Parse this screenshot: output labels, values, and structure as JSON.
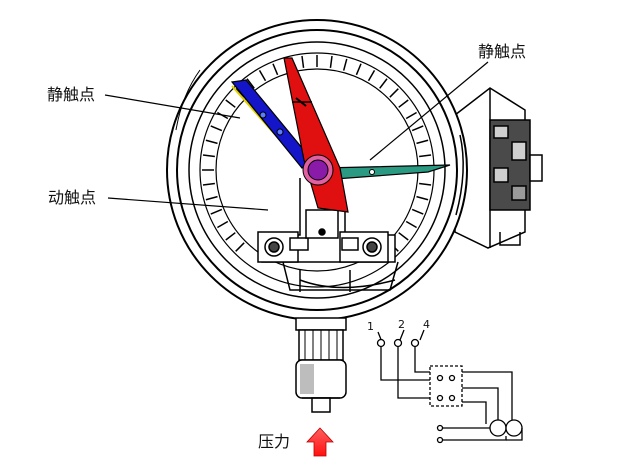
{
  "labels": {
    "static_contact_left": "静触点",
    "static_contact_right": "静触点",
    "moving_contact": "动触点",
    "pressure": "压力"
  },
  "terminals": [
    "1",
    "2",
    "4"
  ],
  "colors": {
    "blue_pointer": "#1414c8",
    "red_pointer": "#e01010",
    "green_pointer": "#2a9a82",
    "hub": "#8a1aa8",
    "hub_ring": "#e060a0",
    "pressure_arrow": "#e02020",
    "yellow_wire": "#e0d000"
  }
}
